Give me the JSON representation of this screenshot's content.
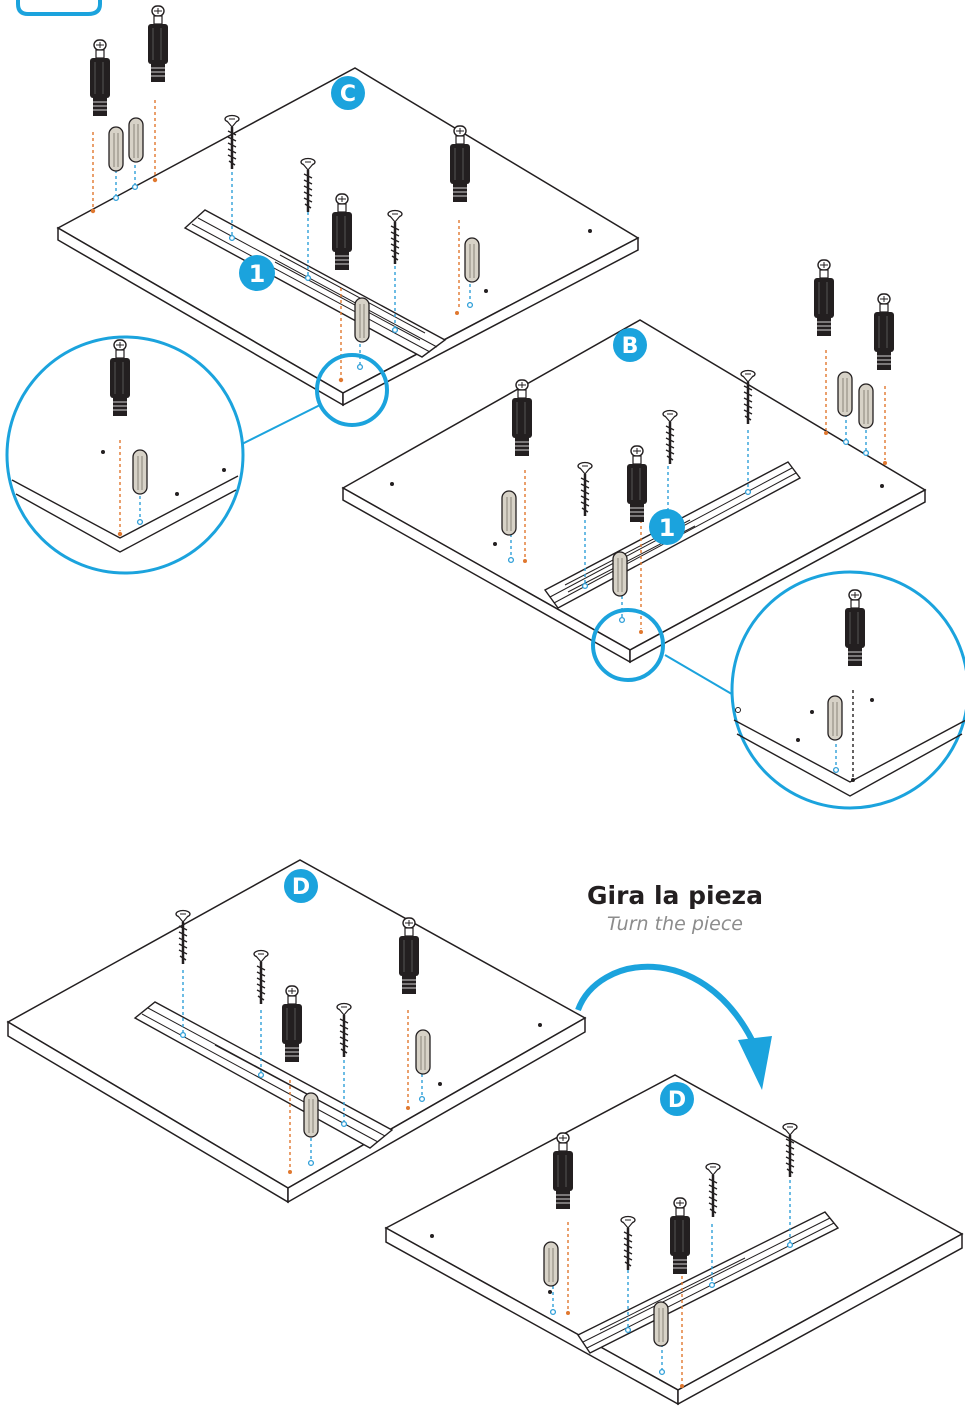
{
  "labels": {
    "panel_c": "C",
    "panel_b": "B",
    "panel_d_top": "D",
    "panel_d_bottom": "D",
    "step_c": "1",
    "step_b": "1"
  },
  "instruction": {
    "title": "Gira la pieza",
    "subtitle": "Turn the piece"
  },
  "colors": {
    "accent": "#1ba3dd",
    "orange_guide": "#e0782f",
    "blue_guide": "#2f9fd8",
    "ink": "#231f20",
    "subtitle_gray": "#8c8c8c"
  },
  "icons": {
    "rotate_arrow": "curved-arrow-icon"
  }
}
